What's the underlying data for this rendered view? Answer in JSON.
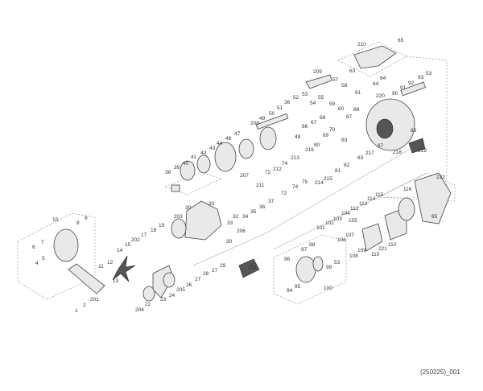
{
  "diagram": {
    "caption": "(250225)_001",
    "labels": [
      "210",
      "65",
      "63",
      "64",
      "64",
      "209",
      "57",
      "58",
      "61",
      "59",
      "60",
      "53",
      "52",
      "36",
      "54",
      "55",
      "51",
      "50",
      "49",
      "208",
      "67",
      "68",
      "66",
      "70",
      "69",
      "49",
      "88",
      "87",
      "220",
      "53",
      "93",
      "92",
      "91",
      "90",
      "88",
      "87",
      "83",
      "83",
      "80",
      "216",
      "217",
      "82",
      "81",
      "218",
      "219",
      "213",
      "74",
      "212",
      "72",
      "47",
      "46",
      "44",
      "43",
      "42",
      "41",
      "40",
      "39",
      "38",
      "207",
      "75",
      "74",
      "211",
      "72",
      "214",
      "215",
      "37",
      "36",
      "35",
      "34",
      "32",
      "33",
      "33",
      "30",
      "30",
      "203",
      "206",
      "19",
      "10",
      "8",
      "9",
      "7",
      "6",
      "5",
      "4",
      "11",
      "12",
      "13",
      "14",
      "15",
      "202",
      "17",
      "18",
      "201",
      "2",
      "1",
      "204",
      "22",
      "23",
      "24",
      "205",
      "26",
      "27",
      "28",
      "27",
      "29",
      "222",
      "116",
      "115",
      "114",
      "113",
      "112",
      "65",
      "104",
      "103",
      "105",
      "102",
      "101",
      "107",
      "106",
      "110",
      "221",
      "109",
      "110",
      "108",
      "98",
      "97",
      "53",
      "99",
      "96",
      "95",
      "94",
      "100",
      "151"
    ]
  }
}
